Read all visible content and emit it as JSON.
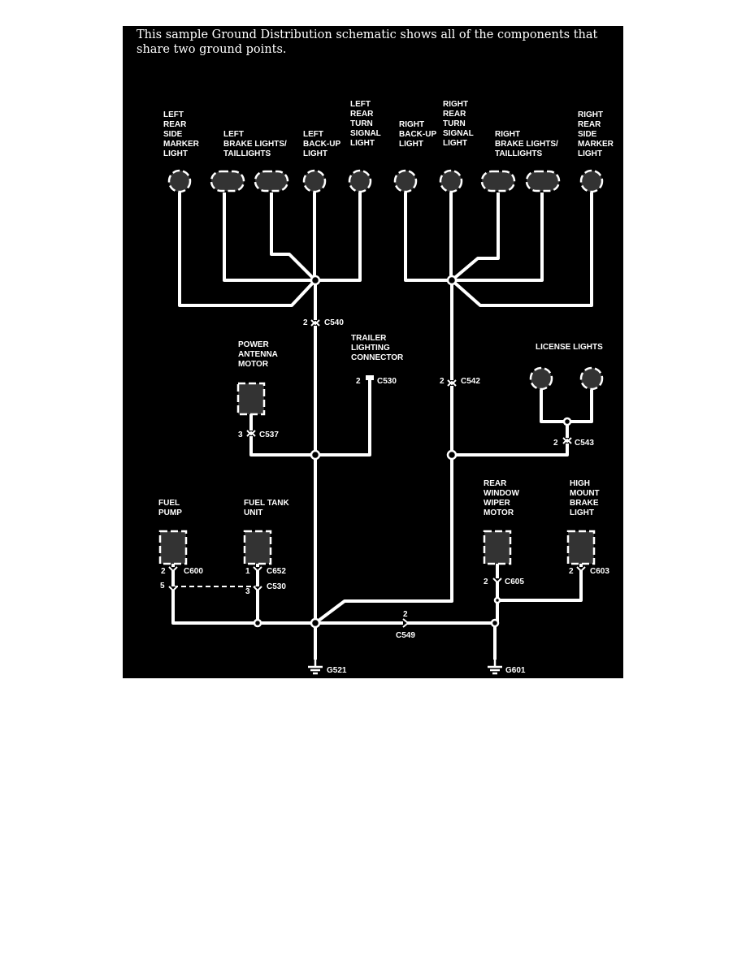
{
  "intro_text": "This sample Ground Distribution schematic shows all of the components that share two ground points.",
  "components": {
    "left_side_marker": [
      "LEFT",
      "REAR",
      "SIDE",
      "MARKER",
      "LIGHT"
    ],
    "left_brake_taillights": [
      "LEFT",
      "BRAKE LIGHTS/",
      "TAILLIGHTS"
    ],
    "left_backup": [
      "LEFT",
      "BACK-UP",
      "LIGHT"
    ],
    "left_turn_signal": [
      "LEFT",
      "REAR",
      "TURN",
      "SIGNAL",
      "LIGHT"
    ],
    "right_backup": [
      "RIGHT",
      "BACK-UP",
      "LIGHT"
    ],
    "right_turn_signal": [
      "RIGHT",
      "REAR",
      "TURN",
      "SIGNAL",
      "LIGHT"
    ],
    "right_brake_taillights": [
      "RIGHT",
      "BRAKE LIGHTS/",
      "TAILLIGHTS"
    ],
    "right_side_marker": [
      "RIGHT",
      "REAR",
      "SIDE",
      "MARKER",
      "LIGHT"
    ],
    "power_antenna_motor": [
      "POWER",
      "ANTENNA",
      "MOTOR"
    ],
    "trailer_connector": [
      "TRAILER",
      "LIGHTING",
      "CONNECTOR"
    ],
    "license_lights": [
      "LICENSE LIGHTS"
    ],
    "fuel_pump": [
      "FUEL",
      "PUMP"
    ],
    "fuel_tank_unit": [
      "FUEL TANK",
      "UNIT"
    ],
    "rear_wiper_motor": [
      "REAR",
      "WINDOW",
      "WIPER",
      "MOTOR"
    ],
    "high_mount_brake": [
      "HIGH",
      "MOUNT",
      "BRAKE",
      "LIGHT"
    ]
  },
  "connectors": {
    "c540": {
      "pin": "2",
      "name": "C540"
    },
    "c530_trailer": {
      "pin": "2",
      "name": "C530"
    },
    "c542": {
      "pin": "2",
      "name": "C542"
    },
    "c537": {
      "pin": "3",
      "name": "C537"
    },
    "c543": {
      "pin": "2",
      "name": "C543"
    },
    "c600": {
      "pin": "2",
      "name": "C600"
    },
    "c652": {
      "pin": "1",
      "name": "C652"
    },
    "c530_left": {
      "pin": "5"
    },
    "c530_right": {
      "pin": "3",
      "name": "C530"
    },
    "c605": {
      "pin": "2",
      "name": "C605"
    },
    "c603": {
      "pin": "2",
      "name": "C603"
    },
    "c549": {
      "pin": "2",
      "name": "C549"
    }
  },
  "grounds": {
    "g521": "G521",
    "g601": "G601"
  },
  "colors": {
    "background": "#000000",
    "wire": "#ffffff",
    "component_fill": "#333333"
  }
}
